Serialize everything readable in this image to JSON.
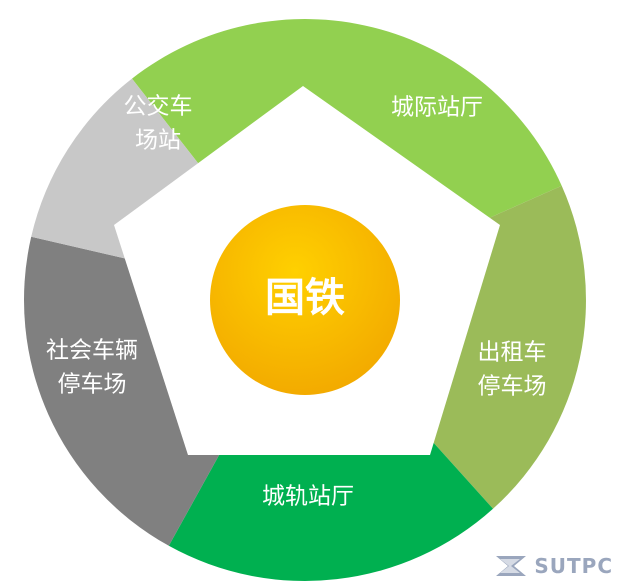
{
  "hub": {
    "label": "国铁",
    "color_top": "#FFD000",
    "color_bottom": "#F2A800"
  },
  "segments": [
    {
      "lines": [
        "城际站厅"
      ],
      "color": "#92D050"
    },
    {
      "lines": [
        "出租车",
        "停车场"
      ],
      "color": "#9BBB59"
    },
    {
      "lines": [
        "城轨站厅"
      ],
      "color": "#00B050"
    },
    {
      "lines": [
        "社会车辆",
        "停车场"
      ],
      "color": "#808080"
    },
    {
      "lines": [
        "公交车",
        "场站"
      ],
      "color": "#C8C8C8"
    }
  ],
  "logo": {
    "text": "SUTPC",
    "color": "#9AA6BD"
  }
}
